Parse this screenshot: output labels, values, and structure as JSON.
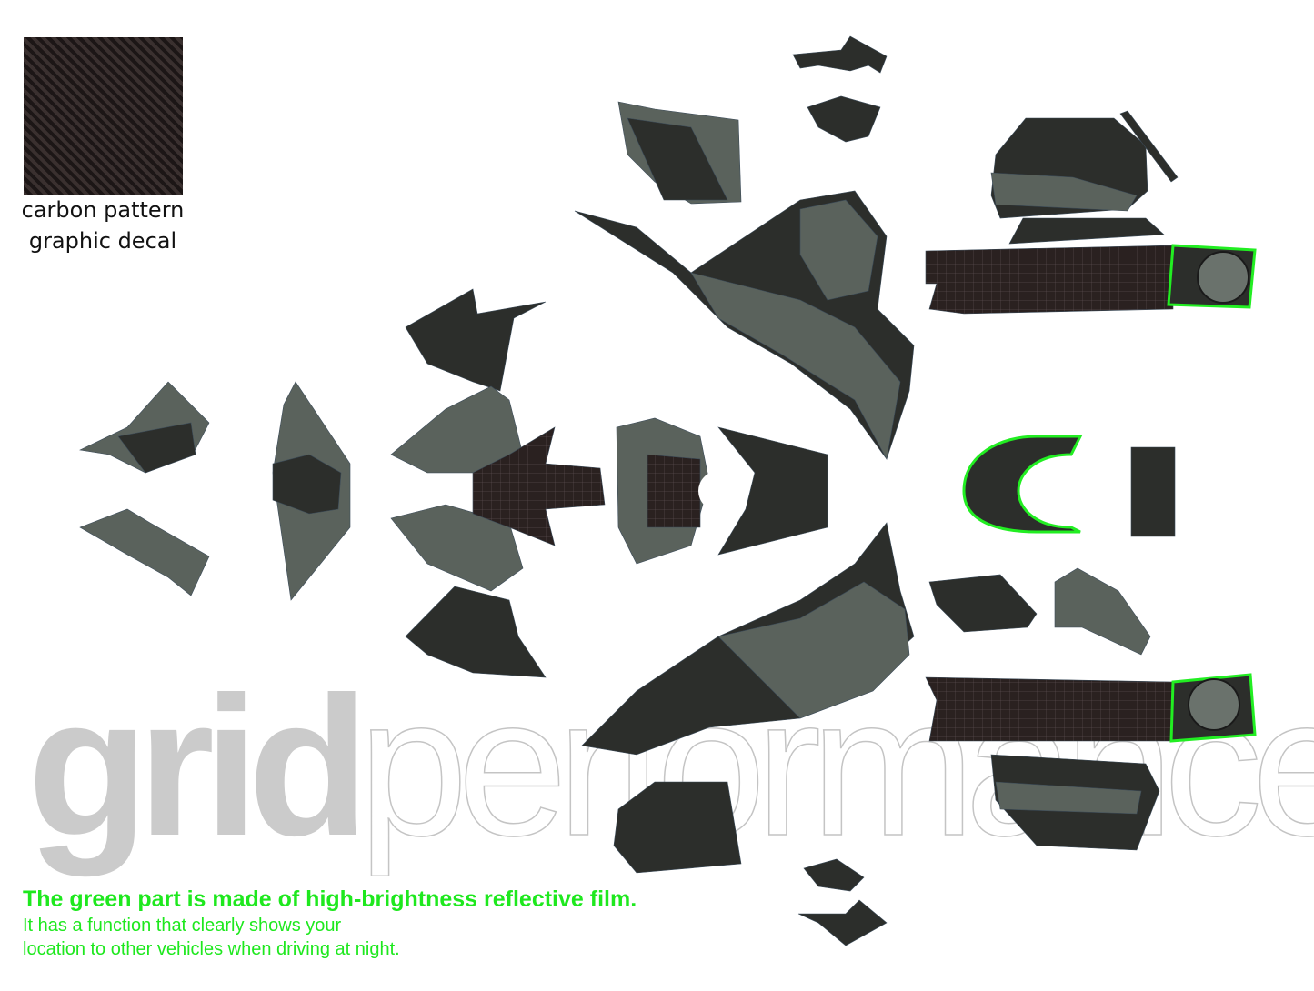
{
  "swatch": {
    "caption_line1": "carbon pattern",
    "caption_line2": "graphic decal"
  },
  "watermark": {
    "part1": "grid",
    "part2": "performance"
  },
  "notes": {
    "headline": "The green part is made of high-brightness reflective film.",
    "line1": "It has a function that clearly shows your",
    "line2": "location to other vehicles when driving at night."
  },
  "colors": {
    "reflective_green": "#1ee81e",
    "panel_grey": "#5a625c",
    "panel_dark": "#2c2e2b",
    "carbon": "#2a2120"
  }
}
